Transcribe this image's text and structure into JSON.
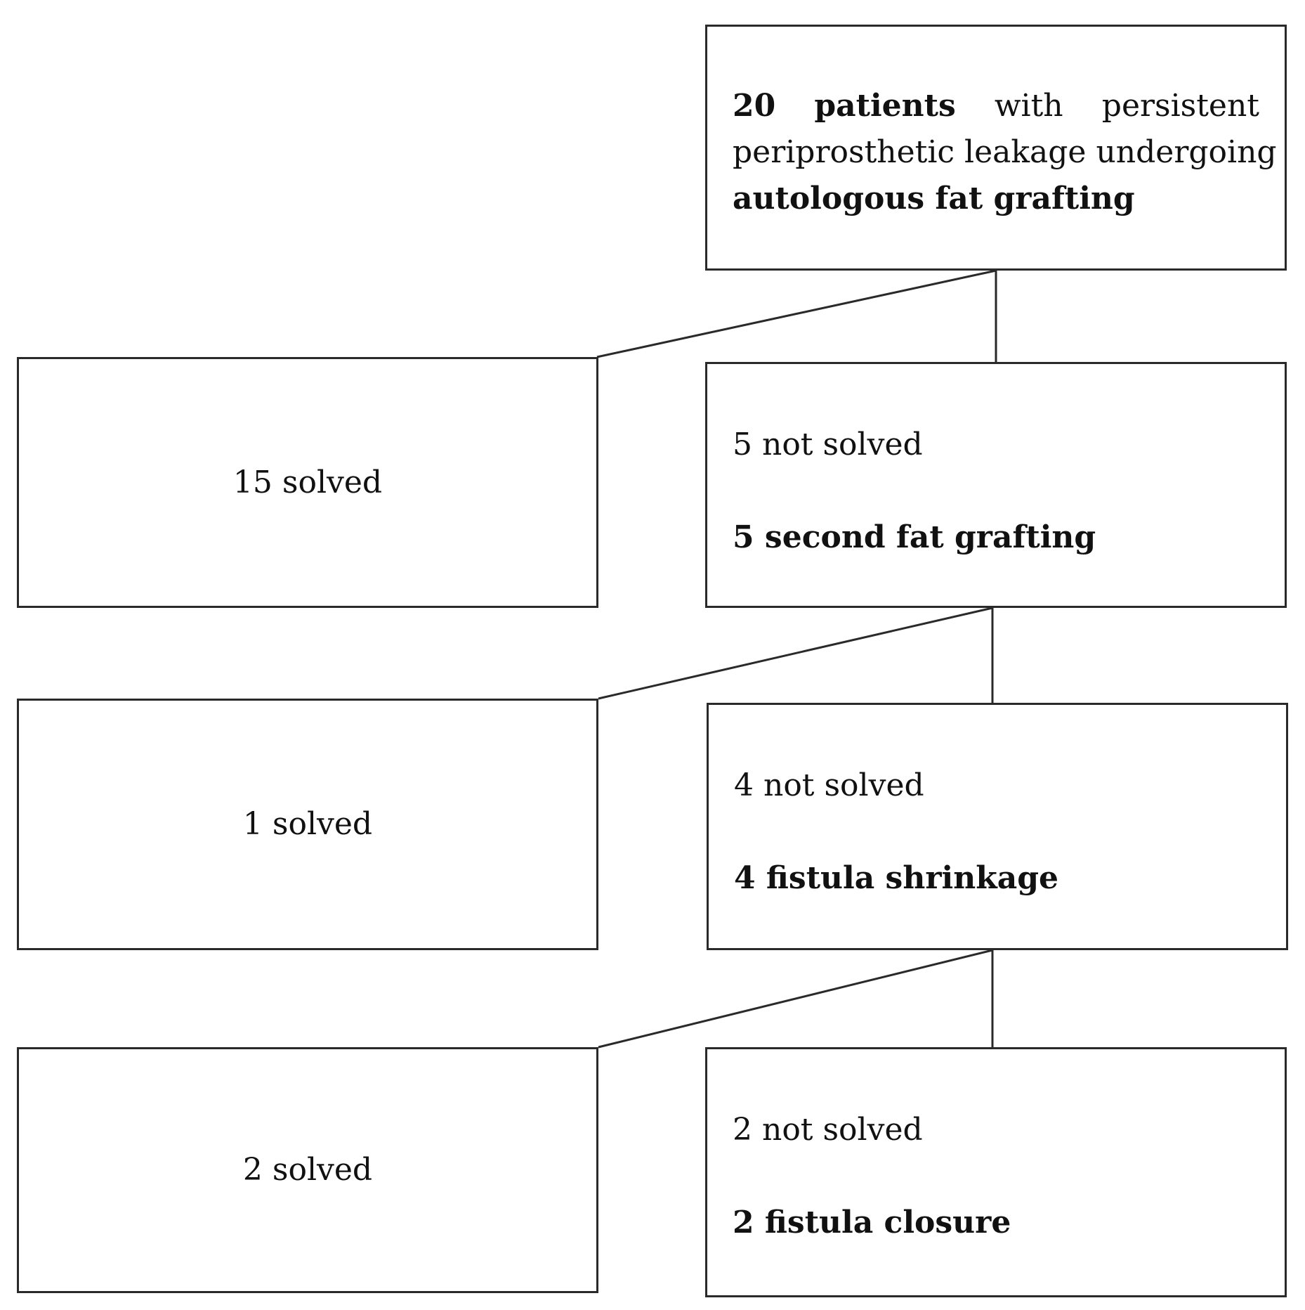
{
  "root": {
    "count": "20",
    "patients_word": "patients",
    "with_word": "with",
    "persistent_word": "persistent",
    "line2": "periprosthetic leakage undergoing",
    "line3": "autologous fat grafting"
  },
  "levels": [
    {
      "solved": "15 solved",
      "not_solved": "5 not solved",
      "action": "5 second fat grafting"
    },
    {
      "solved": "1 solved",
      "not_solved": "4 not solved",
      "action": "4 fistula shrinkage"
    },
    {
      "solved": "2 solved",
      "not_solved": "2 not solved",
      "action": "2 fistula closure"
    }
  ],
  "colors": {
    "line": "#2a2a2a",
    "text": "#111111",
    "background": "#ffffff"
  }
}
